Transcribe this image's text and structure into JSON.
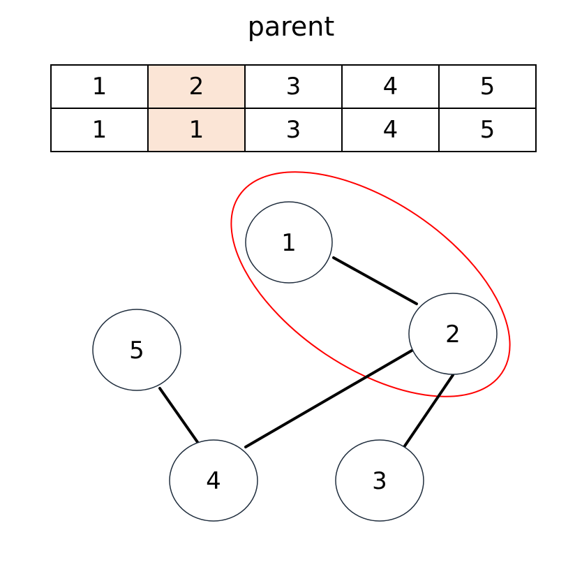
{
  "title": "parent",
  "table": {
    "rows": [
      [
        "1",
        "2",
        "3",
        "4",
        "5"
      ],
      [
        "1",
        "1",
        "3",
        "4",
        "5"
      ]
    ],
    "highlight_column_index": 1,
    "highlight_color": "#fbe5d6"
  },
  "graph": {
    "nodes": [
      {
        "id": "1",
        "label": "1"
      },
      {
        "id": "2",
        "label": "2"
      },
      {
        "id": "3",
        "label": "3"
      },
      {
        "id": "4",
        "label": "4"
      },
      {
        "id": "5",
        "label": "5"
      }
    ],
    "edges": [
      [
        "1",
        "2"
      ],
      [
        "2",
        "4"
      ],
      [
        "2",
        "3"
      ],
      [
        "5",
        "4"
      ]
    ],
    "group": [
      "1",
      "2"
    ],
    "group_color": "#ff0000",
    "node_border_color": "#1f2d3d",
    "edge_color": "#000000"
  }
}
